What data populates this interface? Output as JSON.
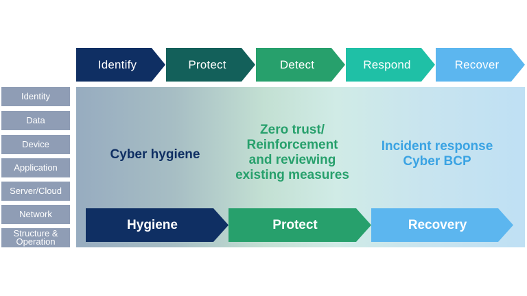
{
  "functions": [
    {
      "label": "Identify",
      "color": "#0f2f63"
    },
    {
      "label": "Protect",
      "color": "#13605a"
    },
    {
      "label": "Detect",
      "color": "#27a06c"
    },
    {
      "label": "Respond",
      "color": "#1fc0a6"
    },
    {
      "label": "Recover",
      "color": "#5cb6ef"
    }
  ],
  "layers": [
    "Identity",
    "Data",
    "Device",
    "Application",
    "Server/Cloud",
    "Network",
    "Structure &\nOperation"
  ],
  "panel": {
    "hygiene_text": "Cyber hygiene",
    "zero_trust_lines": [
      "Zero trust/",
      "Reinforcement",
      "and reviewing",
      "existing measures"
    ],
    "incident_lines": [
      "Incident response",
      "Cyber BCP"
    ]
  },
  "phases": [
    {
      "label": "Hygiene",
      "color": "#0f2f63"
    },
    {
      "label": "Protect",
      "color": "#27a06c"
    },
    {
      "label": "Recovery",
      "color": "#5cb6ef"
    }
  ],
  "colors": {
    "hygiene_text": "#0f2f63",
    "zero_trust_text": "#27a06c",
    "incident_text": "#3aa3e3",
    "layer_bg": "#8f9db5"
  }
}
